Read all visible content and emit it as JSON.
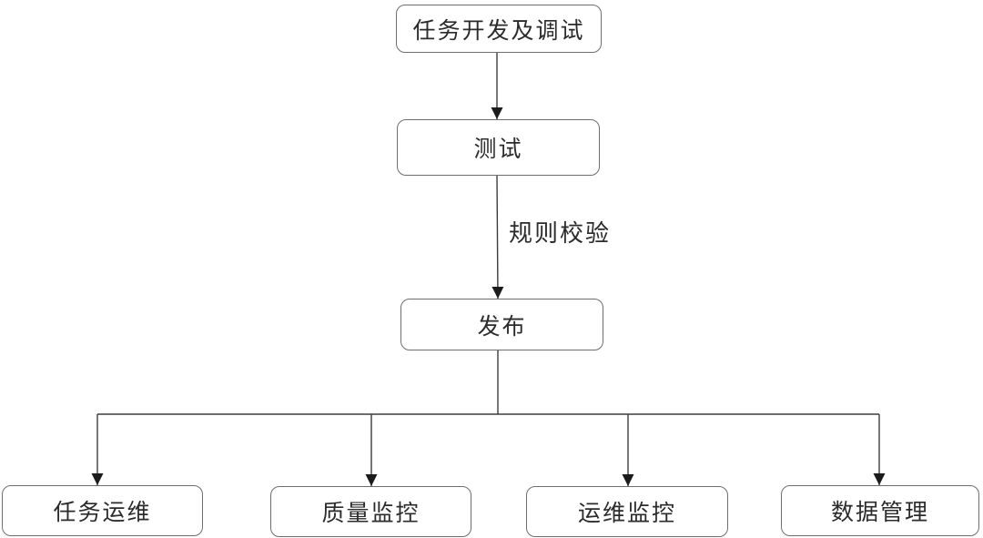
{
  "diagram": {
    "type": "flowchart",
    "nodes": {
      "dev": {
        "label": "任务开发及调试"
      },
      "test": {
        "label": "测试"
      },
      "publish": {
        "label": "发布"
      },
      "ops": {
        "label": "任务运维"
      },
      "quality": {
        "label": "质量监控"
      },
      "monitor": {
        "label": "运维监控"
      },
      "data_mgmt": {
        "label": "数据管理"
      }
    },
    "edges": {
      "dev_to_test": {
        "label": ""
      },
      "test_to_publish": {
        "label": "规则校验"
      },
      "publish_to_ops": {
        "label": ""
      },
      "publish_to_quality": {
        "label": ""
      },
      "publish_to_monitor": {
        "label": ""
      },
      "publish_to_data": {
        "label": ""
      }
    },
    "colors": {
      "background": "#ffffff",
      "node_fill": "#ffffff",
      "node_border": "#6e6e6e",
      "line": "#3d3d3d",
      "arrowhead": "#1c1c1c",
      "text": "#2b2b2b"
    }
  }
}
